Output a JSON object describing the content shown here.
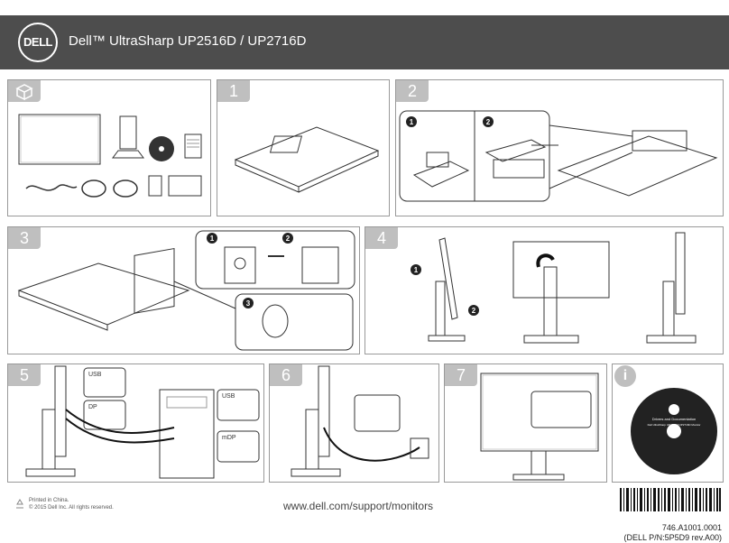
{
  "header": {
    "logo_text": "DELL",
    "title": "Dell™ UltraSharp UP2516D / UP2716D"
  },
  "steps": {
    "step1": "1",
    "step2": "2",
    "step3": "3",
    "step4": "4",
    "step5": "5",
    "step6": "6",
    "step7": "7",
    "info": "i"
  },
  "callouts": {
    "c1": "1",
    "c2": "2",
    "c3": "3"
  },
  "labels": {
    "usb": "USB",
    "dp": "DP",
    "mdp": "mDP",
    "cd_title": "Drivers and Documentation",
    "cd_subtitle": "Dell UltraSharp UP2516D/UP2716D Monitor"
  },
  "footer": {
    "printed": "Printed in China.",
    "copyright": "© 2015 Dell Inc. All rights reserved.",
    "url": "www.dell.com/support/monitors",
    "part_line1": "746.A1001.0001",
    "part_line2": "(DELL P/N:5P5D9 rev.A00)"
  },
  "colors": {
    "header_bg": "#4d4d4d",
    "tab_bg": "#bfbfbf",
    "border": "#999999",
    "line": "#333333"
  }
}
